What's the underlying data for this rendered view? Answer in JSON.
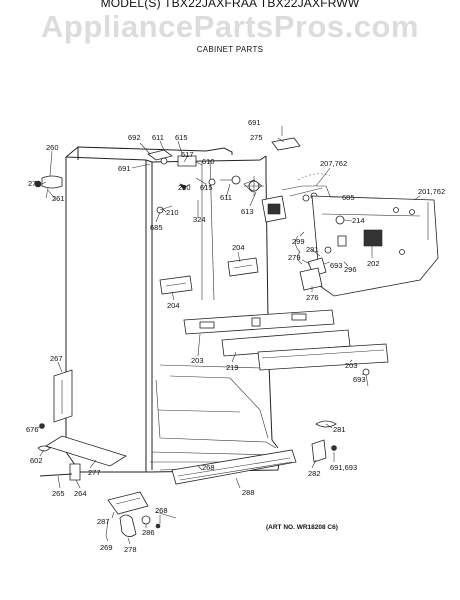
{
  "header": {
    "model_line": "MODEL(S) TBX22JAXFRAA  TBX22JAXFRWW",
    "watermark": "AppliancePartsPros.com",
    "section_title": "CABINET PARTS"
  },
  "art_number": "(ART NO. WR18208 C6)",
  "labels": {
    "l692": "692",
    "l611a": "611",
    "l615a": "615",
    "l691a": "691",
    "l275": "275",
    "l260": "260",
    "l617": "617",
    "l610": "610",
    "l691b": "691",
    "l270": "270",
    "l261": "261",
    "l280": "280",
    "l615b": "615",
    "l611b": "611",
    "l207_762": "207,762",
    "l210": "210",
    "l324": "324",
    "l613": "613",
    "l685a": "685",
    "l201_762": "201,762",
    "l685b": "685",
    "l214": "214",
    "l299": "299",
    "l281a": "281",
    "l204a": "204",
    "l279": "279",
    "l693a": "693",
    "l296": "296",
    "l202": "202",
    "l276": "276",
    "l204b": "204",
    "l203a": "203",
    "l219": "219",
    "l203b": "203",
    "l693b": "693",
    "l267": "267",
    "l676": "676",
    "l281b": "281",
    "l602": "602",
    "l277": "277",
    "l282": "282",
    "l691_693": "691,693",
    "l265": "265",
    "l264": "264",
    "l268a": "268",
    "l288": "288",
    "l287": "287",
    "l268b": "268",
    "l286": "286",
    "l269": "269",
    "l278": "278"
  }
}
